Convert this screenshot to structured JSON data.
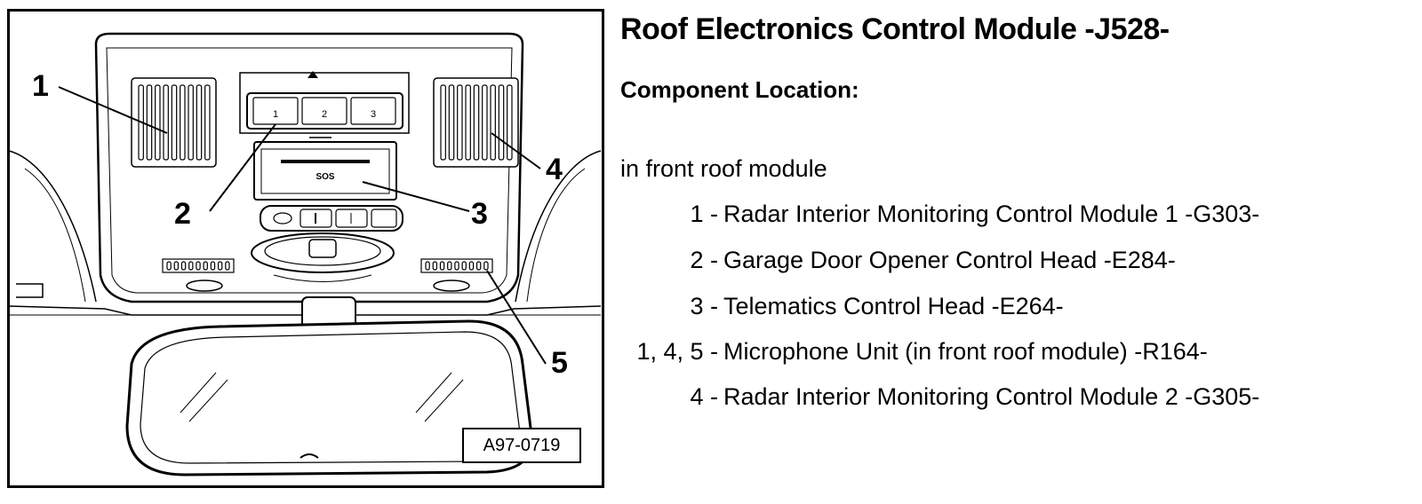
{
  "figure": {
    "callouts": [
      "1",
      "2",
      "3",
      "4",
      "5"
    ],
    "button_labels": [
      "1",
      "2",
      "3"
    ],
    "sos_label": "SOS",
    "image_id": "A97-0719"
  },
  "doc": {
    "title": "Roof Electronics Control Module -J528-",
    "subtitle": "Component Location:",
    "location": "in front roof module",
    "items": [
      {
        "num": "1 -",
        "desc": "Radar Interior Monitoring Control Module 1 -G303-"
      },
      {
        "num": "2 -",
        "desc": "Garage Door Opener Control Head -E284-"
      },
      {
        "num": "3 -",
        "desc": "Telematics Control Head -E264-"
      },
      {
        "num": "1, 4, 5 -",
        "desc": "Microphone Unit (in front roof module) -R164-"
      },
      {
        "num": "4 -",
        "desc": "Radar Interior Monitoring Control Module 2 -G305-"
      }
    ]
  }
}
